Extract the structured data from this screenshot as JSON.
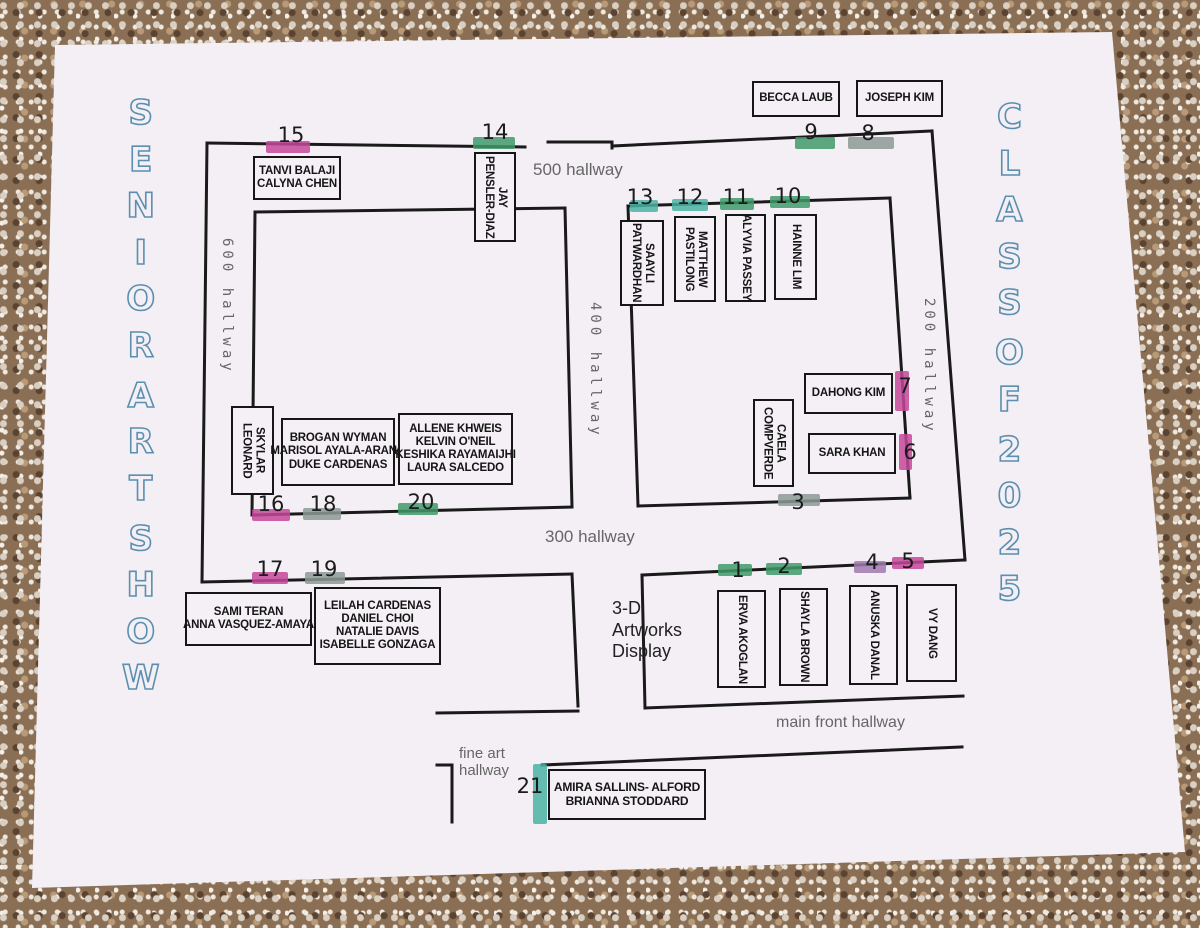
{
  "colors": {
    "pink": "#c4489a",
    "green": "#3f9a6a",
    "teal": "#4ab2a3",
    "purple": "#a07ab0",
    "gray": "#8c9a94",
    "title_outline": "#5a8fb0",
    "lines": "#1a1a1a",
    "paper": "#f3eff4"
  },
  "titles": {
    "left_words": [
      "SENIOR",
      "ART",
      "SHOW"
    ],
    "right_words": [
      "CLASS",
      "OF",
      "2025"
    ]
  },
  "hallways": {
    "h500": "500 hallway",
    "h600": "600 hallway",
    "h400": "400 hallway",
    "h200": "200 hallway",
    "h300": "300 hallway",
    "main_front": "main front hallway",
    "fine_art_1": "fine art",
    "fine_art_2": "hallway"
  },
  "display": {
    "line1": "3-D",
    "line2": "Artworks",
    "line3": "Display"
  },
  "signs": {
    "becca": [
      "BECCA LAUB"
    ],
    "joseph": [
      "JOSEPH KIM"
    ],
    "tanvi": [
      "TANVI BALAJI",
      "CALYNA CHEN"
    ],
    "jay": [
      "JAY",
      "PENSLER-DIAZ"
    ],
    "saayli": [
      "SAAYLI",
      "PATWARDHAN"
    ],
    "matthew": [
      "MATTHEW",
      "PASTILONG"
    ],
    "alyvia": [
      "ALYVIA PASSEY"
    ],
    "hainne": [
      "HAINNE LIM"
    ],
    "dahong": [
      "DAHONG KIM"
    ],
    "caela": [
      "CAELA",
      "COMPVERDE"
    ],
    "sara": [
      "SARA KHAN"
    ],
    "skylar": [
      "SKYLAR",
      "LEONARD"
    ],
    "brogan": [
      "BROGAN WYMAN",
      "MARISOL AYALA-ARANO",
      "DUKE CARDENAS"
    ],
    "allene": [
      "ALLENE KHWEIS",
      "KELVIN O'NEIL",
      "KESHIKA RAYAMAIJHI",
      "LAURA SALCEDO"
    ],
    "sami": [
      "SAMI TERAN",
      "ANNA VASQUEZ-AMAYA"
    ],
    "leilah": [
      "LEILAH CARDENAS",
      "DANIEL CHOI",
      "NATALIE DAVIS",
      "ISABELLE GONZAGA"
    ],
    "erva": [
      "ERVA AKOGLAN"
    ],
    "shayla": [
      "SHAYLA BROWN"
    ],
    "anuska": [
      "ANUSKA DANAL"
    ],
    "vy": [
      "VY DANG"
    ],
    "amira": [
      "AMIRA SALLINS- ALFORD",
      "BRIANNA STODDARD"
    ]
  },
  "stations": [
    {
      "num": "1",
      "color": "green"
    },
    {
      "num": "2",
      "color": "green"
    },
    {
      "num": "3",
      "color": "gray"
    },
    {
      "num": "4",
      "color": "purple"
    },
    {
      "num": "5",
      "color": "pink"
    },
    {
      "num": "6",
      "color": "pink"
    },
    {
      "num": "7",
      "color": "pink"
    },
    {
      "num": "8",
      "color": "gray"
    },
    {
      "num": "9",
      "color": "green"
    },
    {
      "num": "10",
      "color": "green"
    },
    {
      "num": "11",
      "color": "green"
    },
    {
      "num": "12",
      "color": "teal"
    },
    {
      "num": "13",
      "color": "teal"
    },
    {
      "num": "14",
      "color": "green"
    },
    {
      "num": "15",
      "color": "pink"
    },
    {
      "num": "16",
      "color": "pink"
    },
    {
      "num": "17",
      "color": "pink"
    },
    {
      "num": "18",
      "color": "gray"
    },
    {
      "num": "19",
      "color": "gray"
    },
    {
      "num": "20",
      "color": "green"
    },
    {
      "num": "21",
      "color": "teal"
    }
  ]
}
